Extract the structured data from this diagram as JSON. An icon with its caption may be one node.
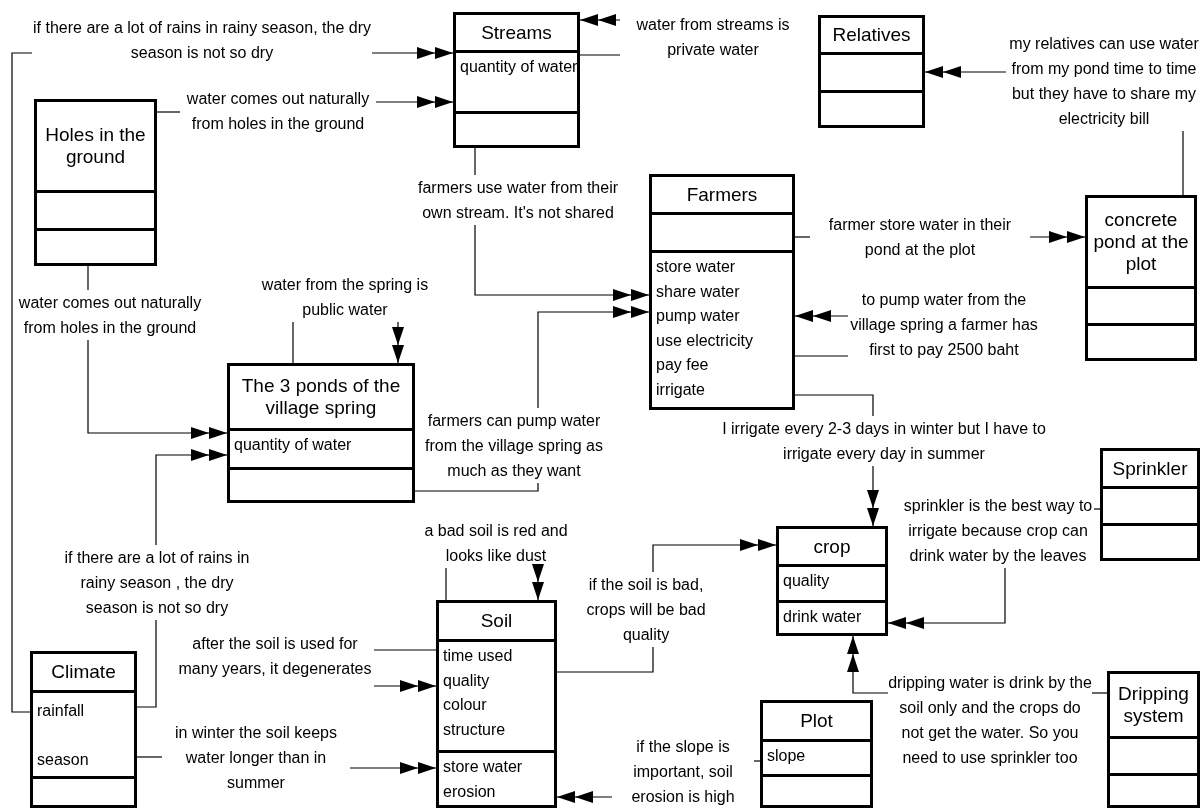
{
  "diagram": {
    "nodes": [
      {
        "text": [
          "if there are a lot of rains in rainy season, the dry season is not so dry"
        ]
      },
      {
        "text": [
          "Streams",
          "quantity of water"
        ]
      },
      {
        "text": [
          "water from streams is private water"
        ]
      },
      {
        "text": [
          "Relatives"
        ]
      },
      {
        "text": [
          "my relatives can use water from my pond time to time but they have to share my electricity bill"
        ]
      },
      {
        "text": [
          "Holes in the ground"
        ]
      },
      {
        "text": [
          "water comes out naturally from holes in the ground"
        ]
      },
      {
        "text": [
          "farmers use water from their own stream. It's not shared"
        ]
      },
      {
        "text": [
          "Farmers",
          "store water",
          "share water",
          "pump water",
          "use electricity",
          "pay fee",
          "irrigate"
        ]
      },
      {
        "text": [
          "farmer store water in their pond at the plot"
        ]
      },
      {
        "text": [
          "concrete pond at the plot"
        ]
      },
      {
        "text": [
          "water from the spring is public water"
        ]
      },
      {
        "text": [
          "water comes out naturally from holes in the ground"
        ]
      },
      {
        "text": [
          "to pump water from the village spring a farmer has first to pay 2500 baht"
        ]
      },
      {
        "text": [
          "The 3 ponds of the village spring",
          "quantity of water"
        ]
      },
      {
        "text": [
          "farmers can pump water from the village spring as much as they want"
        ]
      },
      {
        "text": [
          "I irrigate every 2-3 days in winter but I have to irrigate every day in summer"
        ]
      },
      {
        "text": [
          "Sprinkler"
        ]
      },
      {
        "text": [
          "sprinkler is the best way to irrigate because crop can drink water by the leaves"
        ]
      },
      {
        "text": [
          "a bad soil is red and looks like dust"
        ]
      },
      {
        "text": [
          "if the soil is bad, crops will be bad quality"
        ]
      },
      {
        "text": [
          "crop",
          "quality",
          "drink water"
        ]
      },
      {
        "text": [
          "if there are a lot of rains in rainy season , the dry season is not so dry"
        ]
      },
      {
        "text": [
          "after the soil is used for many years, it degenerates"
        ]
      },
      {
        "text": [
          "Soil",
          "time used",
          "quality",
          "colour",
          "structure",
          "store water",
          "erosion"
        ]
      },
      {
        "text": [
          "Climate",
          "rainfall",
          "season"
        ]
      },
      {
        "text": [
          "in winter the soil keeps water longer than in summer"
        ]
      },
      {
        "text": [
          "Plot",
          "slope"
        ]
      },
      {
        "text": [
          "dripping water is drink by the soil only and the crops do not get the water. So you need to use sprinkler too"
        ]
      },
      {
        "text": [
          "Dripping system"
        ]
      },
      {
        "text": [
          "if the slope is important, soil erosion is high"
        ]
      }
    ],
    "edges": [
      {
        "from": 25,
        "to": 0,
        "arrow": "none"
      },
      {
        "from": 0,
        "to": 1,
        "arrow": "to"
      },
      {
        "from": 1,
        "to": 2,
        "arrow": "none"
      },
      {
        "from": 2,
        "to": 1,
        "arrow": "to"
      },
      {
        "from": 10,
        "to": 4,
        "arrow": "none"
      },
      {
        "from": 4,
        "to": 3,
        "arrow": "to"
      },
      {
        "from": 5,
        "to": 6,
        "arrow": "none"
      },
      {
        "from": 6,
        "to": 1,
        "arrow": "to"
      },
      {
        "from": 1,
        "to": 7,
        "arrow": "none"
      },
      {
        "from": 7,
        "to": 8,
        "arrow": "to"
      },
      {
        "from": 8,
        "to": 9,
        "arrow": "none"
      },
      {
        "from": 9,
        "to": 10,
        "arrow": "to"
      },
      {
        "from": 14,
        "to": 11,
        "arrow": "none"
      },
      {
        "from": 11,
        "to": 14,
        "arrow": "to"
      },
      {
        "from": 5,
        "to": 12,
        "arrow": "none"
      },
      {
        "from": 12,
        "to": 14,
        "arrow": "to"
      },
      {
        "from": 8,
        "to": 13,
        "arrow": "none"
      },
      {
        "from": 13,
        "to": 8,
        "arrow": "to"
      },
      {
        "from": 14,
        "to": 15,
        "arrow": "none"
      },
      {
        "from": 15,
        "to": 8,
        "arrow": "to"
      },
      {
        "from": 8,
        "to": 16,
        "arrow": "none"
      },
      {
        "from": 16,
        "to": 21,
        "arrow": "to"
      },
      {
        "from": 17,
        "to": 18,
        "arrow": "none"
      },
      {
        "from": 18,
        "to": 21,
        "arrow": "to"
      },
      {
        "from": 24,
        "to": 19,
        "arrow": "none"
      },
      {
        "from": 19,
        "to": 24,
        "arrow": "to"
      },
      {
        "from": 24,
        "to": 20,
        "arrow": "none"
      },
      {
        "from": 20,
        "to": 21,
        "arrow": "to"
      },
      {
        "from": 25,
        "to": 22,
        "arrow": "none"
      },
      {
        "from": 22,
        "to": 14,
        "arrow": "to"
      },
      {
        "from": 24,
        "to": 23,
        "arrow": "none"
      },
      {
        "from": 23,
        "to": 24,
        "arrow": "to"
      },
      {
        "from": 25,
        "to": 26,
        "arrow": "none"
      },
      {
        "from": 26,
        "to": 24,
        "arrow": "to"
      },
      {
        "from": 29,
        "to": 28,
        "arrow": "none"
      },
      {
        "from": 28,
        "to": 21,
        "arrow": "to"
      },
      {
        "from": 27,
        "to": 30,
        "arrow": "none"
      },
      {
        "from": 30,
        "to": 24,
        "arrow": "to"
      }
    ]
  }
}
